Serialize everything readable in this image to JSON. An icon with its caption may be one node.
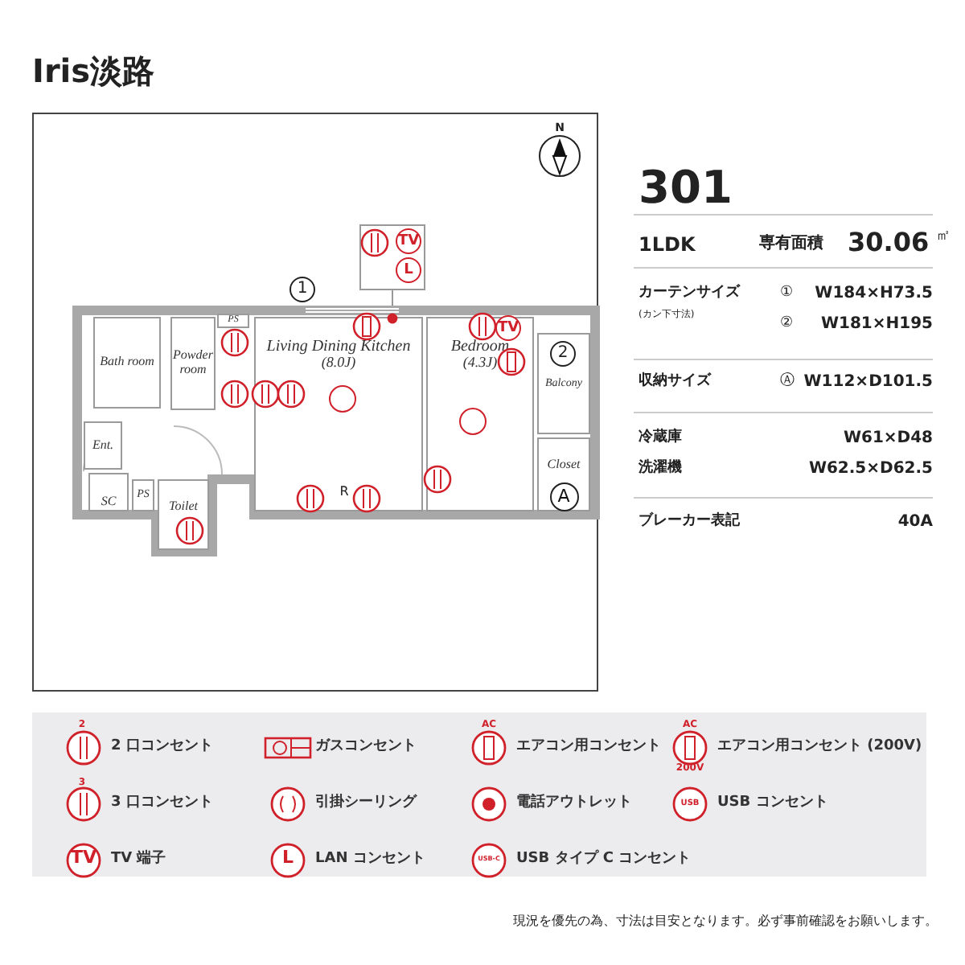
{
  "diagram": {
    "title": "Iris淡路",
    "nodes": [
      {
        "text": [
          "Bath room"
        ]
      },
      {
        "text": [
          "Powder room"
        ]
      },
      {
        "text": [
          "PS"
        ]
      },
      {
        "text": [
          "Living Dining Kitchen",
          "(8.0J)"
        ]
      },
      {
        "text": [
          "Bedroom",
          "(4.3J)"
        ]
      },
      {
        "text": [
          "Balcony"
        ]
      },
      {
        "text": [
          "Closet",
          "A"
        ]
      },
      {
        "text": [
          "Ent."
        ]
      },
      {
        "text": [
          "SC"
        ]
      },
      {
        "text": [
          "PS"
        ]
      },
      {
        "text": [
          "Toilet"
        ]
      }
    ],
    "labels": [
      "N",
      "TV",
      "L",
      "1",
      "TV",
      "2",
      "R",
      "301",
      "1LDK",
      "専有面積",
      "30.06",
      "㎡",
      "カーテンサイズ",
      "(カン下寸法)",
      "①",
      "W184×H73.5",
      "②",
      "W181×H195",
      "収納サイズ",
      "Ⓐ",
      "W112×D101.5",
      "冷蔵庫",
      "W61×D48",
      "洗濯機",
      "W62.5×D62.5",
      "ブレーカー表記",
      "40A",
      "2",
      "AC",
      "AC",
      "200V",
      "3",
      "USB",
      "TV",
      "L",
      "USB-C",
      "現況を優先の為、寸法は目安となります。必ず事前確認をお願いします。"
    ],
    "legend": [
      {
        "text": "2 口コンセント"
      },
      {
        "text": "ガスコンセント"
      },
      {
        "text": "エアコン用コンセント"
      },
      {
        "text": "エアコン用コンセント (200V)"
      },
      {
        "text": "3 口コンセント"
      },
      {
        "text": "引掛シーリング"
      },
      {
        "text": "電話アウトレット"
      },
      {
        "text": "USB コンセント"
      },
      {
        "text": "TV 端子"
      },
      {
        "text": "LAN コンセント"
      },
      {
        "text": "USB タイプ C コンセント"
      }
    ]
  }
}
